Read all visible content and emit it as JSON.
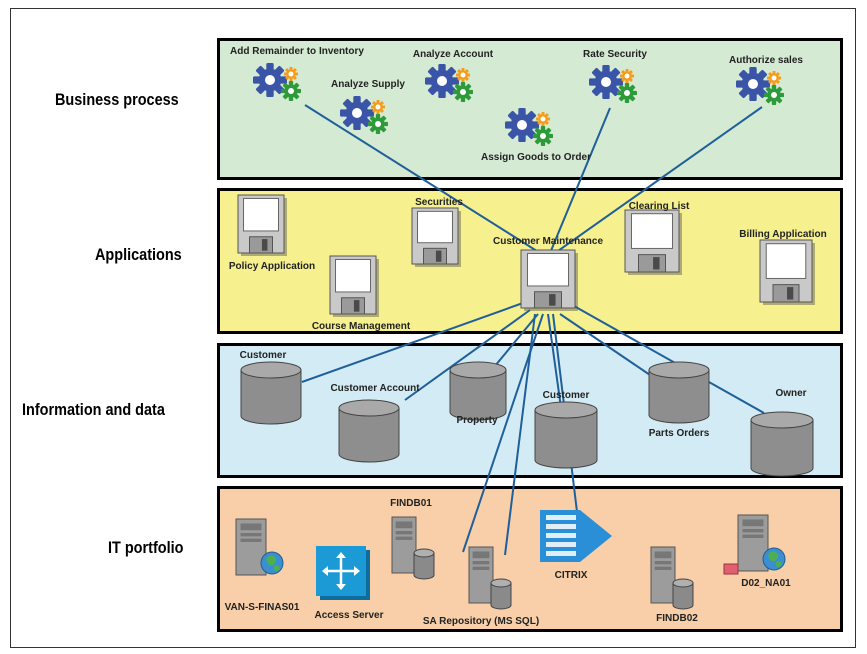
{
  "layers": [
    {
      "id": "business",
      "label": "Business process",
      "color": "#d5ead3"
    },
    {
      "id": "applications",
      "label": "Applications",
      "color": "#f6f08f"
    },
    {
      "id": "data",
      "label": "Information and data",
      "color": "#d3ebf5"
    },
    {
      "id": "it",
      "label": "IT portfolio",
      "color": "#f8cfa8"
    }
  ],
  "processes": [
    {
      "label": "Add Remainder to Inventory"
    },
    {
      "label": "Analyze Supply"
    },
    {
      "label": "Analyze Account"
    },
    {
      "label": "Assign Goods to Order"
    },
    {
      "label": "Rate Security"
    },
    {
      "label": "Authorize sales"
    }
  ],
  "applications": [
    {
      "label": "Policy Application"
    },
    {
      "label": "Course Management"
    },
    {
      "label": "Securities"
    },
    {
      "label": "Customer Maintenance"
    },
    {
      "label": "Clearing List"
    },
    {
      "label": "Billing Application"
    }
  ],
  "data_stores": [
    {
      "label": "Customer"
    },
    {
      "label": "Customer Account"
    },
    {
      "label": "Property"
    },
    {
      "label": "Customer"
    },
    {
      "label": "Parts Orders"
    },
    {
      "label": "Owner"
    }
  ],
  "it_assets": [
    {
      "label": "VAN-S-FINAS01",
      "kind": "server-globe-icon"
    },
    {
      "label": "Access Server",
      "kind": "network-switch-icon"
    },
    {
      "label": "FINDB01",
      "kind": "db-server-icon"
    },
    {
      "label": "SA Repository (MS SQL)",
      "kind": "db-server-icon"
    },
    {
      "label": "CITRIX",
      "kind": "citrix-icon"
    },
    {
      "label": "FINDB02",
      "kind": "db-server-icon"
    },
    {
      "label": "D02_NA01",
      "kind": "server-globe-icon"
    }
  ],
  "hub": "Customer Maintenance",
  "colors": {
    "connector": "#1f5f9a",
    "gear_blue": "#3a55a8",
    "gear_orange": "#f59c1a",
    "gear_green": "#2e9b3a",
    "cylinder": "#8e8e8e",
    "citrix": "#2a8fd6",
    "switch": "#1c9ad6"
  }
}
